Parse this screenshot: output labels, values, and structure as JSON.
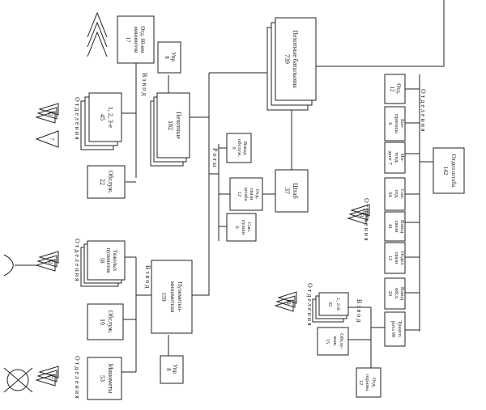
{
  "nodes": {
    "battalion": [
      "Пехотные батальоны",
      "739"
    ],
    "staff": [
      "Штаб",
      "37"
    ],
    "mortar60": [
      "Отд. 60-мм",
      "минометов",
      "17"
    ],
    "upr_top": [
      "Упр.",
      "8"
    ],
    "infantry_pl": [
      "Пехотные",
      "182"
    ],
    "sq123": [
      "1, 2, 3-е",
      "45"
    ],
    "support22": [
      "Обслуж.",
      "22"
    ],
    "hq_service": [
      "Взвод",
      "обслуж.",
      "9"
    ],
    "comm12": [
      "Отд.",
      "связи",
      "штаба",
      "12"
    ],
    "sappers6": [
      "Сап.",
      "пушки",
      "6"
    ],
    "hmg_squads": [
      "Тяжелых",
      "пулеметов",
      "58"
    ],
    "mg_mortar_pl": [
      "Пулеметно-",
      "минометная",
      "159"
    ],
    "support19": [
      "Обслуж.",
      "19"
    ],
    "mortars53": [
      "Минометы",
      "53"
    ],
    "upr_bottom": [
      "Упр.",
      "8"
    ],
    "hq_company": [
      "Отдел штаба",
      "142"
    ],
    "hq_sec12": [
      "Отд.",
      "12"
    ],
    "sec6": [
      "Бое-",
      "припасы",
      "6"
    ],
    "sec7": [
      "Ин-",
      "тенд.",
      "дант 7"
    ],
    "sec34": [
      "Сан.",
      "отд.",
      "34"
    ],
    "sec41": [
      "Взвод",
      "связи",
      "41"
    ],
    "sec12b": [
      "Отдел",
      "связи",
      "12"
    ],
    "sec20": [
      "Взвод",
      "обсл.",
      "20"
    ],
    "trans_co": [
      "Трансп.",
      "рота 98"
    ],
    "sq_12_4": [
      "1, 2-й",
      "32"
    ],
    "serv15": [
      "Обслу-",
      "жив.",
      "15"
    ],
    "guard12": [
      "Отд.",
      "охраны",
      "12"
    ]
  },
  "labels": {
    "vzvod_a": "В з в о д",
    "vzvod_b": "В з в о д",
    "vzvod_c": "В з в о д",
    "roty": "Р о т ы",
    "otd_1": "О т д е л е н и я",
    "otd_2": "О т д е л е н и я",
    "otd_3": "О т д е л е н и я",
    "otd_4": "О т д е л е н и я",
    "otd_5": "О т д е л е н и я",
    "otd_6": "О т д е л е н и я"
  },
  "symbols": {
    "tri_12a": "12",
    "tri_7": "7",
    "tri_12b": "12",
    "tri_17": "17",
    "tri_13": "13",
    "tri_10": "10"
  },
  "icons": [
    "mortar-icon",
    "machine-gun-icon",
    "wheeled-mortar-icon"
  ]
}
